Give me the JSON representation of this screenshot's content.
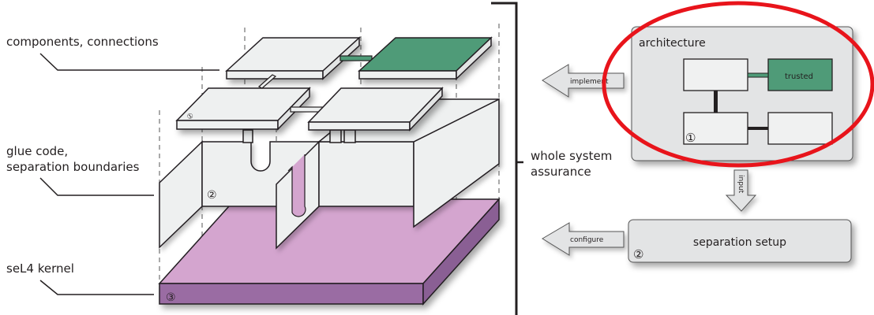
{
  "left_labels": {
    "components": "components, connections",
    "glue_line1": "glue code,",
    "glue_line2": "separation boundaries",
    "kernel": "seL4 kernel"
  },
  "bracket_label": {
    "line1": "whole system",
    "line2": "assurance"
  },
  "markers": {
    "one": "①",
    "two": "②",
    "three": "③"
  },
  "architecture": {
    "title": "architecture",
    "trusted_label": "trusted",
    "marker": "①"
  },
  "separation_setup": {
    "title": "separation setup",
    "marker": "②"
  },
  "arrows": {
    "implement": "implement",
    "configure": "configure",
    "input": "input"
  },
  "colors": {
    "trusted_green": "#4f9b78",
    "kernel_top": "#d4a5cf",
    "kernel_side": "#9a6ca3",
    "component_fill": "#f0f1f1",
    "panel_fill": "#e3e4e5",
    "highlight_red": "#e8141b"
  }
}
